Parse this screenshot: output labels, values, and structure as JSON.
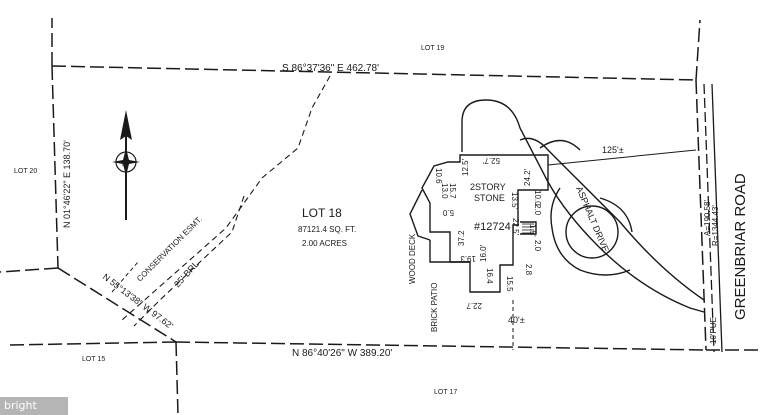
{
  "labels": {
    "lot19": "LOT 19",
    "lot20": "LOT 20",
    "lot15": "LOT 15",
    "lot17": "LOT 17",
    "north_bearing": "S 86°37'36\" E  462.78'",
    "south_bearing": "N 86°40'26\" W  389.20'",
    "west_bearing": "N 01°46'22\" E  138.70'",
    "sw_bearing": "N 55°13'38\" W  97.62'",
    "lot18": "LOT 18",
    "area_sqft": "87121.4 SQ. FT.",
    "area_acres": "2.00 ACRES",
    "conservation": "CONSERVATION ESMT.",
    "brl": "25' BRL",
    "house_type": "2STORY",
    "house_material": "STONE",
    "house_number": "#12724",
    "wood_deck": "WOOD DECK",
    "brick_patio": "BRICK PATIO",
    "drive": "ASPHALT DRIVE",
    "road": "GREENBRIAR ROAD",
    "curve_a": "A=190.58'",
    "curve_r": "R=1344.43'",
    "pue": "10'PUE",
    "dist_125": "125'±",
    "dist_40": "40'±",
    "north_letter": "N"
  },
  "dims": {
    "d527": "52.7'",
    "d125": "12.5'",
    "d106": "10.6",
    "d130": "13.0",
    "d157": "15.7",
    "d50": "5.0",
    "d242": "24.2'",
    "d100": "10.0",
    "d135": "13.5'",
    "d20a": "2.0",
    "d225": "22.5'",
    "d15": "1.5'",
    "d20b": "2.0",
    "d372": "37.2",
    "d193": "19.3",
    "d160": "16.0'",
    "d28": "2.8",
    "d164": "16.4",
    "d155": "15.5",
    "d227": "22.7"
  },
  "watermark": "bright"
}
